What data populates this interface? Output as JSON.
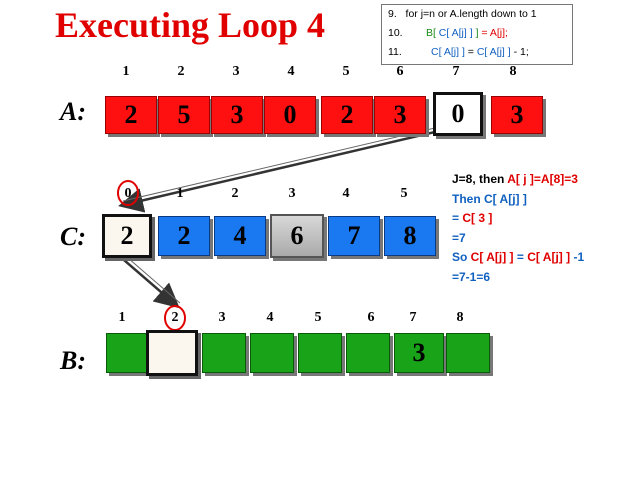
{
  "title": "Executing Loop 4",
  "code": {
    "line9": {
      "num": "9.",
      "text": "for j=n or A.length down to 1"
    },
    "line10": {
      "num": "10.",
      "b": "B[",
      "c": "C[ A[j] ]",
      "close": "]",
      "eq": "= A[j];"
    },
    "line11": {
      "num": "11.",
      "c1": "C[ A[j] ]",
      "eq": "=",
      "c2": "C[ A[j] ]",
      "tail": "- 1;"
    }
  },
  "A": {
    "label": "A:",
    "indices": [
      "1",
      "2",
      "3",
      "4",
      "5",
      "6",
      "7",
      "8"
    ],
    "values": [
      "2",
      "5",
      "3",
      "0",
      "2",
      "3",
      "0",
      "3"
    ]
  },
  "C": {
    "label": "C:",
    "indices": [
      "0",
      "1",
      "2",
      "3",
      "4",
      "5"
    ],
    "values": [
      "2",
      "2",
      "4",
      "6",
      "7",
      "8"
    ]
  },
  "B": {
    "label": "B:",
    "indices": [
      "1",
      "2",
      "3",
      "4",
      "5",
      "6",
      "7",
      "8"
    ],
    "values": [
      "",
      "",
      "",
      "",
      "",
      "",
      "3",
      ""
    ]
  },
  "explanation": {
    "l1a": "J=8, then ",
    "l1b": "A[ j ]=A[8]=3",
    "l2a": "Then ",
    "l2b": "C[ A[j] ]",
    "l3a": "= ",
    "l3b": "C[ 3 ]",
    "l4": "=7",
    "l5a": "So ",
    "l5b": "C[ A[j] ]",
    "l5c": " = ",
    "l5d": "C[ A[j] ]",
    "l5e": " -1",
    "l6": "=7-1=6"
  },
  "colors": {
    "title": "#e00000",
    "A_cells": "#ff1010",
    "C_cells": "#1a78f0",
    "B_cells": "#18a318",
    "highlight_circle": "#e00000",
    "arrow": "#333333"
  }
}
